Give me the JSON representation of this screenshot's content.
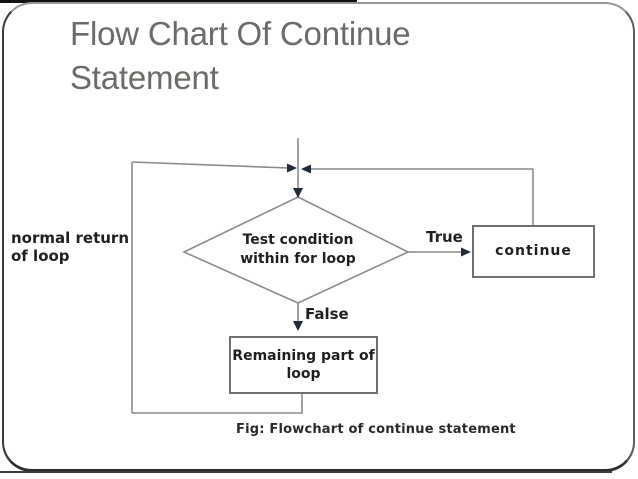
{
  "colors": {
    "line": "#8a8a8a",
    "arrow": "#212b37",
    "title": "#6e6a67",
    "text": "#1f1f1f",
    "boxborder": "#6f6f6f"
  },
  "slide": {
    "title": "Flow Chart Of Continue\nStatement"
  },
  "flowchart": {
    "normal_return_label": "normal return\nof loop",
    "decision_text": "Test condition\nwithin for loop",
    "true_label": "True",
    "false_label": "False",
    "continue_box": "continue",
    "remaining_box": "Remaining part of\nloop",
    "caption": "Fig: Flowchart of continue statement"
  }
}
